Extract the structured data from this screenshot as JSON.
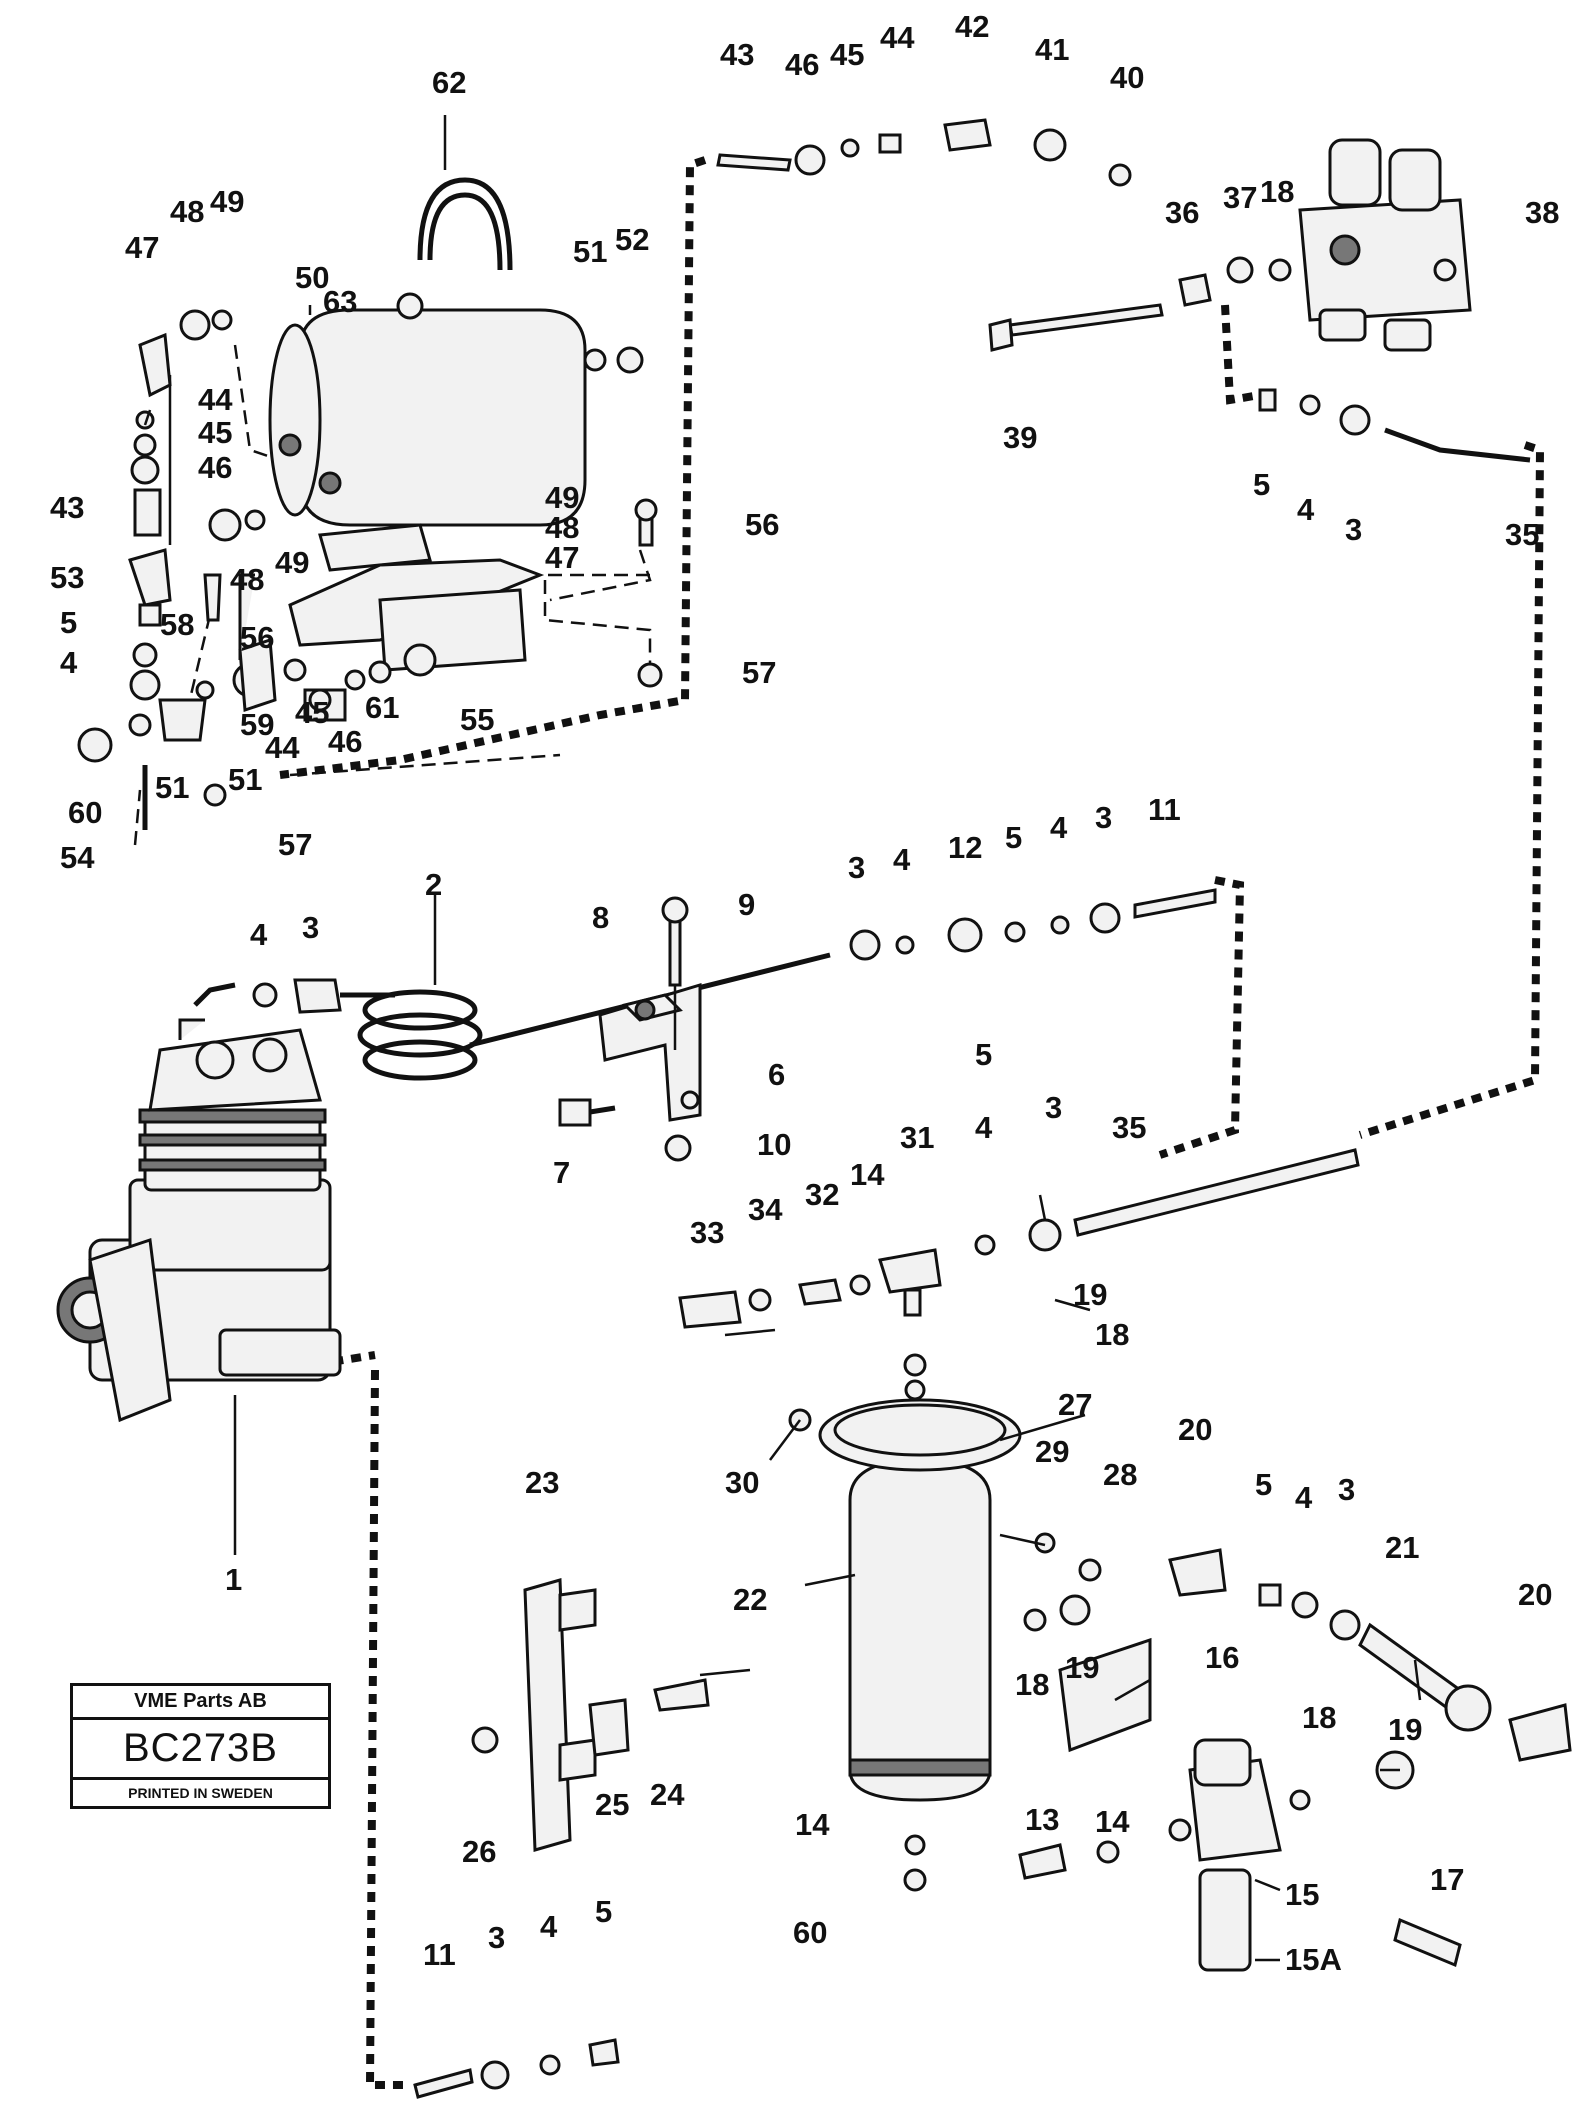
{
  "stamp": {
    "organization": "VME Parts AB",
    "code": "BC273B",
    "printed": "PRINTED IN SWEDEN"
  },
  "callouts": {
    "c1": "1",
    "c2": "2",
    "c3a": "3",
    "c3b": "3",
    "c3c": "3",
    "c3d": "3",
    "c3e": "3",
    "c3f": "3",
    "c3g": "3",
    "c4a": "4",
    "c4b": "4",
    "c4c": "4",
    "c4d": "4",
    "c4e": "4",
    "c4f": "4",
    "c4g": "4",
    "c5a": "5",
    "c5b": "5",
    "c5c": "5",
    "c5d": "5",
    "c5e": "5",
    "c5f": "5",
    "c6": "6",
    "c7": "7",
    "c8": "8",
    "c9": "9",
    "c10": "10",
    "c11a": "11",
    "c11b": "11",
    "c12": "12",
    "c13": "13",
    "c14a": "14",
    "c14b": "14",
    "c14c": "14",
    "c15": "15",
    "c15A": "15A",
    "c16": "16",
    "c17": "17",
    "c18a": "18",
    "c18b": "18",
    "c18c": "18",
    "c18d": "18",
    "c19a": "19",
    "c19b": "19",
    "c19c": "19",
    "c20a": "20",
    "c20b": "20",
    "c21": "21",
    "c22": "22",
    "c23": "23",
    "c24": "24",
    "c25": "25",
    "c26": "26",
    "c27": "27",
    "c28": "28",
    "c29": "29",
    "c30": "30",
    "c31": "31",
    "c32": "32",
    "c33": "33",
    "c34": "34",
    "c35a": "35",
    "c35b": "35",
    "c36": "36",
    "c37": "37",
    "c38": "38",
    "c39": "39",
    "c40": "40",
    "c41": "41",
    "c42": "42",
    "c43a": "43",
    "c43b": "43",
    "c44a": "44",
    "c44b": "44",
    "c44c": "44",
    "c45a": "45",
    "c45b": "45",
    "c45c": "45",
    "c46a": "46",
    "c46b": "46",
    "c46c": "46",
    "c47a": "47",
    "c47b": "47",
    "c48a": "48",
    "c48b": "48",
    "c48c": "48",
    "c49a": "49",
    "c49b": "49",
    "c49c": "49",
    "c50": "50",
    "c51a": "51",
    "c51b": "51",
    "c51c": "51",
    "c52": "52",
    "c53": "53",
    "c54": "54",
    "c55": "55",
    "c56a": "56",
    "c56b": "56",
    "c57a": "57",
    "c57b": "57",
    "c58": "58",
    "c59": "59",
    "c60a": "60",
    "c60b": "60",
    "c61": "61",
    "c62": "62",
    "c63": "63"
  }
}
